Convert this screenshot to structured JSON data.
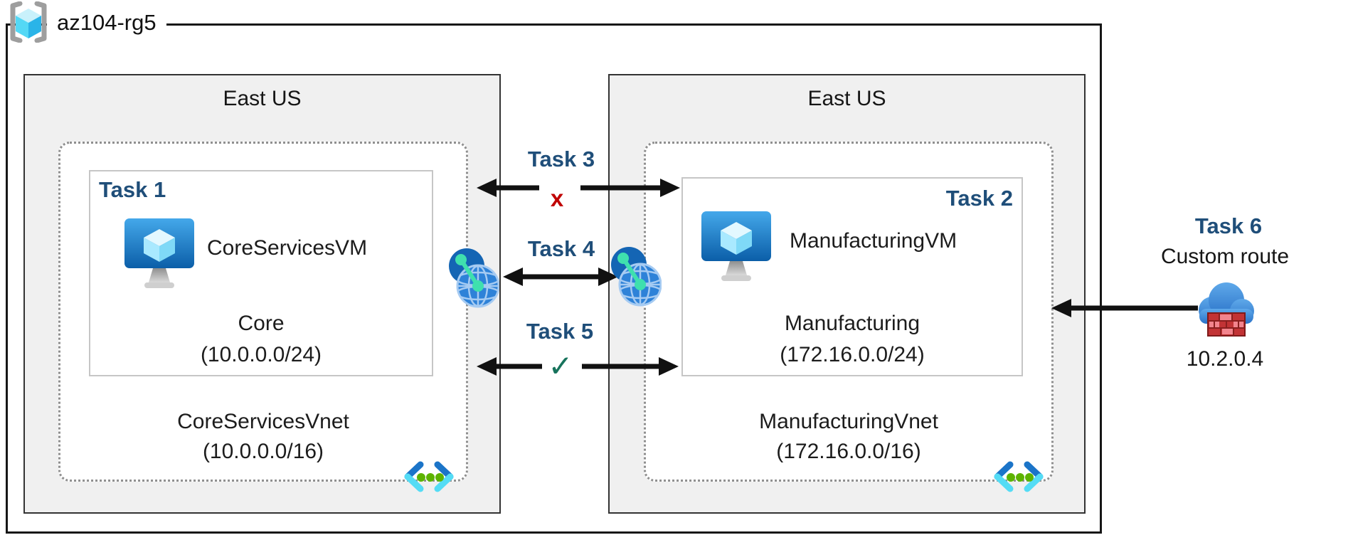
{
  "resource_group": {
    "name": "az104-rg5"
  },
  "regions": [
    {
      "name": "East US",
      "vnet_name": "CoreServicesVnet",
      "vnet_cidr": "(10.0.0.0/16)",
      "subnet_task": "Task 1",
      "vm_name": "CoreServicesVM",
      "subnet_name": "Core",
      "subnet_cidr": "(10.0.0.0/24)"
    },
    {
      "name": "East US",
      "vnet_name": "ManufacturingVnet",
      "vnet_cidr": "(172.16.0.0/16)",
      "subnet_task": "Task 2",
      "vm_name": "ManufacturingVM",
      "subnet_name": "Manufacturing",
      "subnet_cidr": "(172.16.0.0/24)"
    }
  ],
  "connections": {
    "task3": {
      "label": "Task 3",
      "mark": "x"
    },
    "task4": {
      "label": "Task 4"
    },
    "task5": {
      "label": "Task 5",
      "mark": "✓"
    },
    "task6": {
      "label": "Task 6",
      "sublabel": "Custom route",
      "ip": "10.2.0.4"
    }
  },
  "icons": {
    "resource_group": "resource-group-brackets-cube",
    "vm": "azure-vm-monitor-cube",
    "vnet": "virtual-network-chevrons-dots",
    "peering": "globe-network-peering",
    "nva": "cloud-with-firewall-bricks"
  },
  "colors": {
    "task_label_navy": "#1f4e79",
    "blocked_x_red": "#c00000",
    "allowed_check_green": "#17735c",
    "region_fill": "#f0f0f0",
    "arrow_black": "#111111",
    "azure_blue": "#1b74c8",
    "azure_cyan": "#50e6ff",
    "vnet_dot_green": "#5db300"
  }
}
